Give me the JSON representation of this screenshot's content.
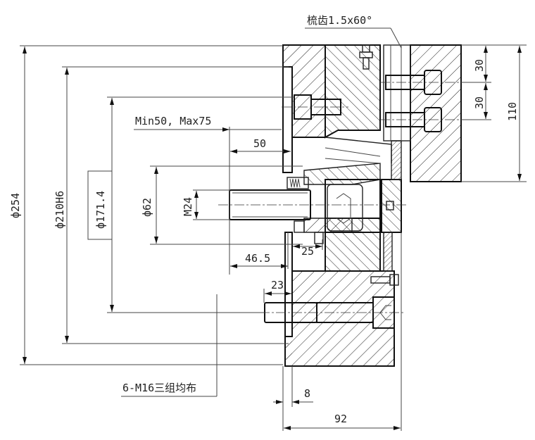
{
  "drawing": {
    "title_note": "梳齿1.5x60°",
    "colors": {
      "line": "#111111",
      "dim": "#444444",
      "background": "#ffffff"
    },
    "dimensions": {
      "outer_diameter": "ф254",
      "fit_diameter": "ф210H6",
      "bolt_circle": "ф171.4",
      "bore_diameter": "ф62",
      "thread": "M24",
      "stroke_range": "Min50, Max75",
      "length_50": "50",
      "length_46_5": "46.5",
      "length_25": "25",
      "length_23": "23",
      "length_8": "8",
      "length_92": "92",
      "height_30_top": "30",
      "height_30_bottom": "30",
      "height_110": "110"
    },
    "bolt_note": "6-M16三组均布"
  }
}
